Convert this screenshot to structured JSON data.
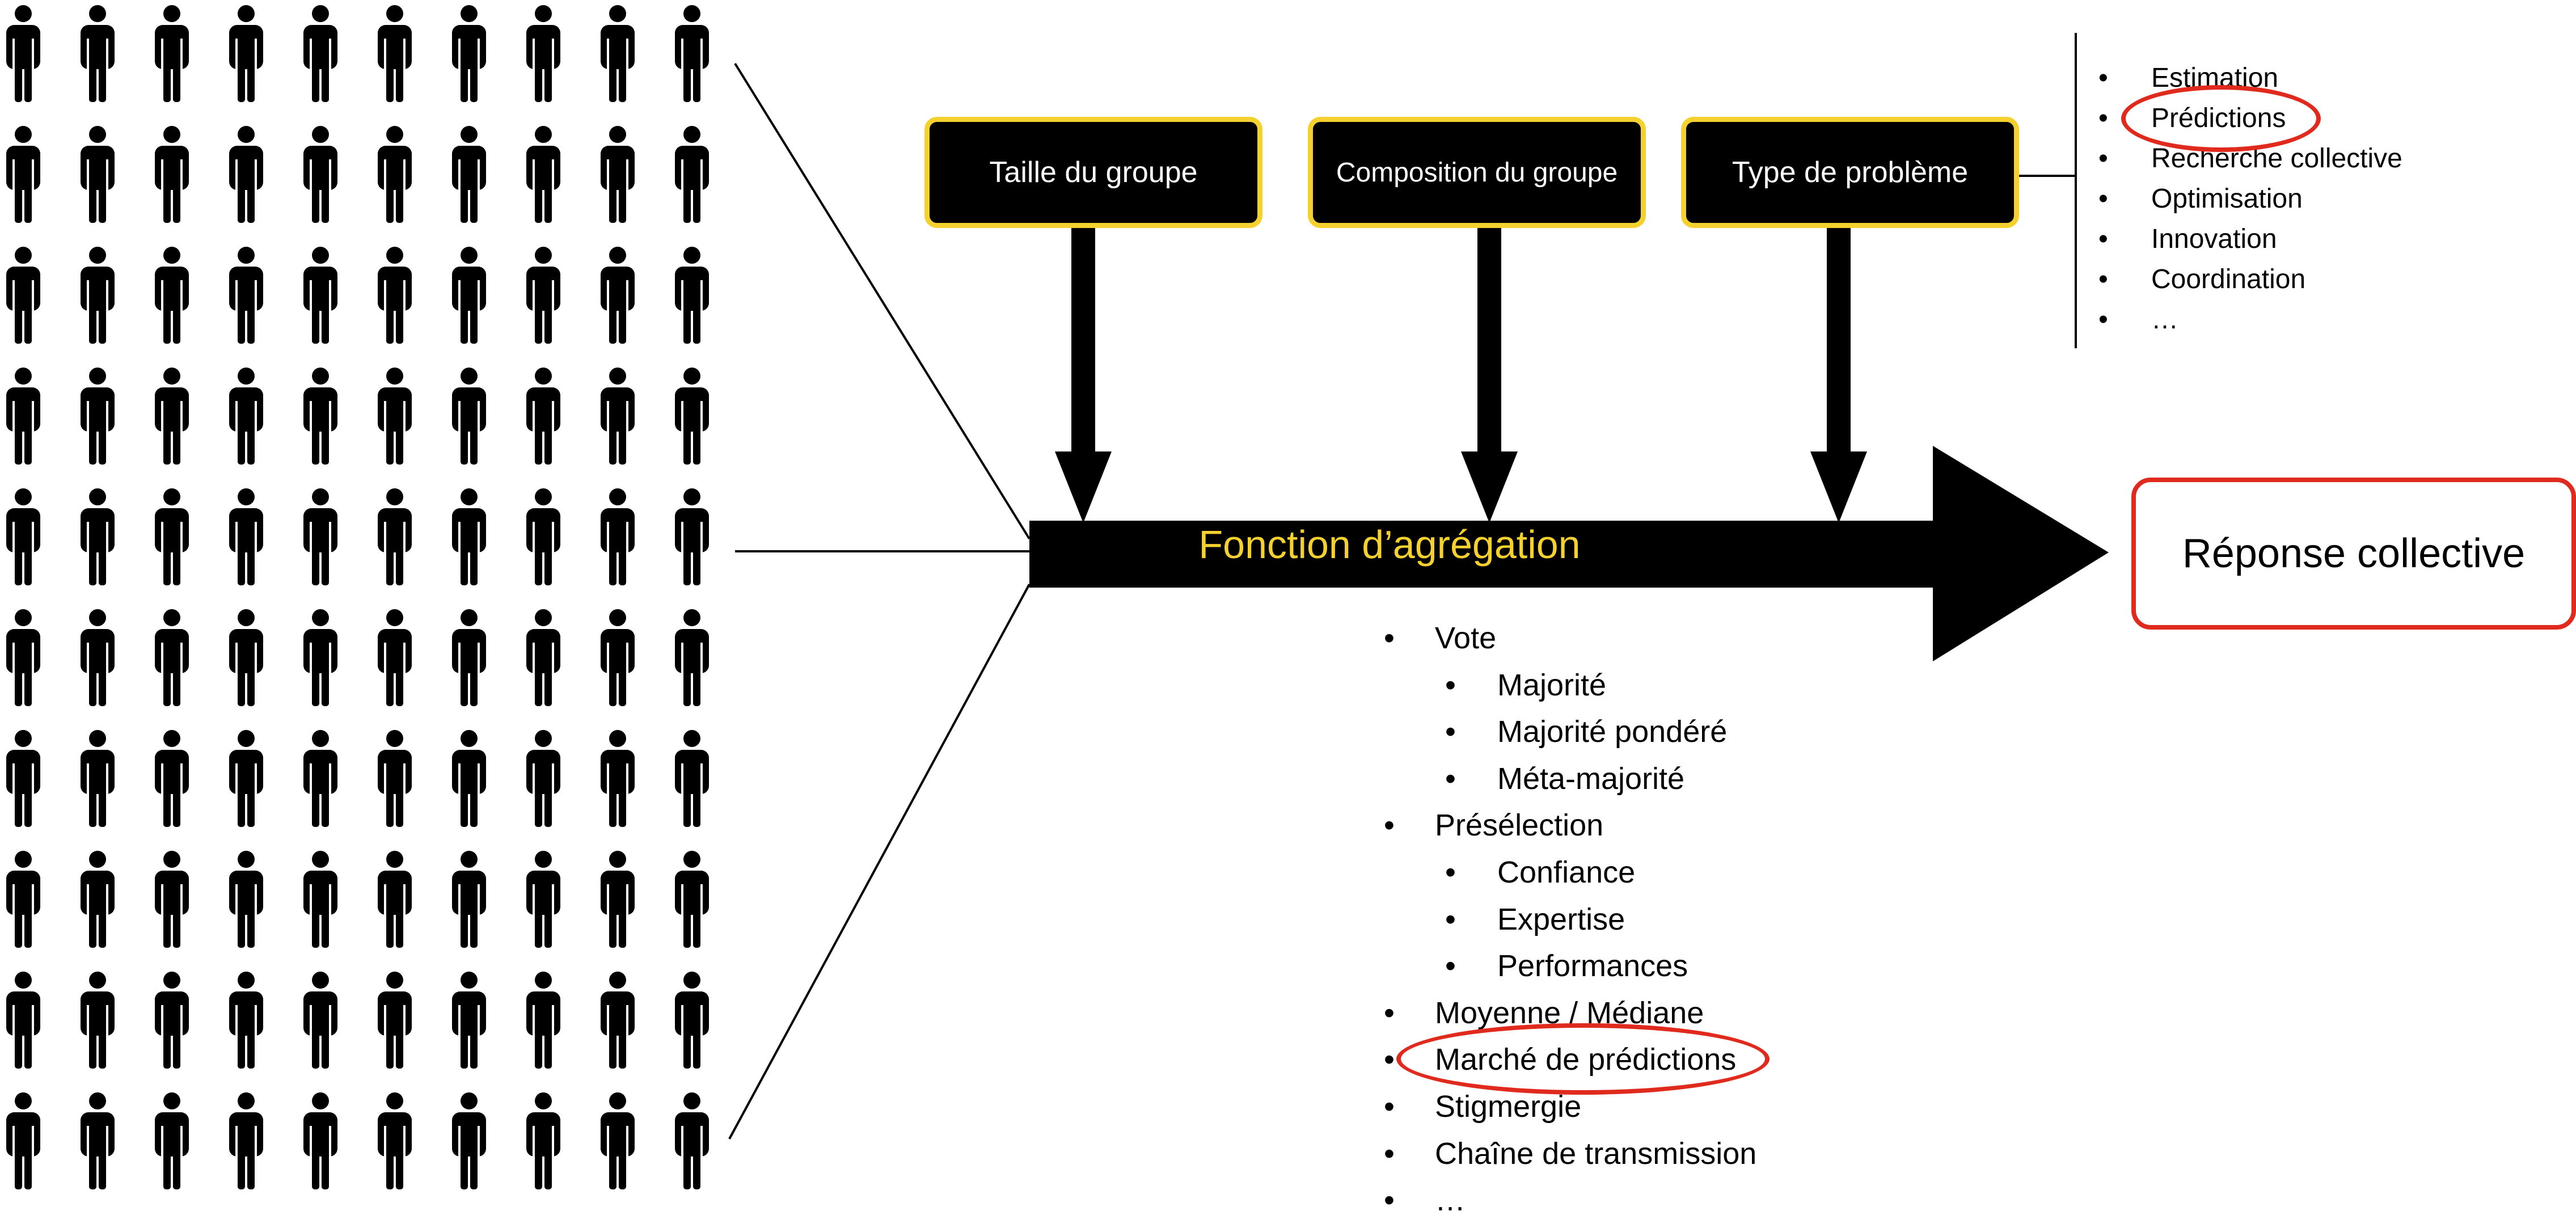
{
  "factors": {
    "group_size": "Taille du groupe",
    "group_composition": "Composition du groupe",
    "problem_type": "Type de problème"
  },
  "aggregation_label": "Fonction d’agrégation",
  "response_label": "Réponse collective",
  "problem_types": [
    "Estimation",
    "Prédictions",
    "Recherche collective",
    "Optimisation",
    "Innovation",
    "Coordination",
    "…"
  ],
  "aggregation_methods": [
    {
      "label": "Vote",
      "level": 1
    },
    {
      "label": "Majorité",
      "level": 2
    },
    {
      "label": "Majorité pondéré",
      "level": 2
    },
    {
      "label": "Méta-majorité",
      "level": 2
    },
    {
      "label": "Présélection",
      "level": 1
    },
    {
      "label": "Confiance",
      "level": 2
    },
    {
      "label": "Expertise",
      "level": 2
    },
    {
      "label": "Performances",
      "level": 2
    },
    {
      "label": "Moyenne / Médiane",
      "level": 1
    },
    {
      "label": "Marché de prédictions",
      "level": 1
    },
    {
      "label": "Stigmergie",
      "level": 1
    },
    {
      "label": "Chaîne de transmission",
      "level": 1
    },
    {
      "label": "…",
      "level": 1
    }
  ],
  "crowd": {
    "rows": 10,
    "cols": 10,
    "icon": "person-icon"
  },
  "colors": {
    "box_border": "#f5d130",
    "aggregation_text": "#f5d130",
    "highlight": "#e02a1d"
  }
}
